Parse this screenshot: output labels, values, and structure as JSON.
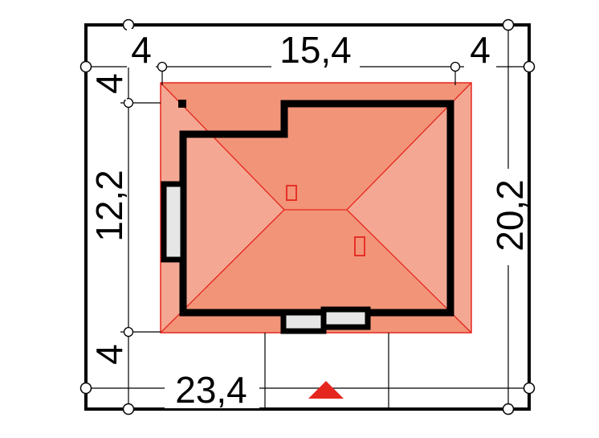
{
  "dimensions": {
    "top_left_setback": "4",
    "top_width": "15,4",
    "top_right_setback": "4",
    "left_top_setback": "4",
    "left_depth": "12,2",
    "left_bottom_setback": "4",
    "right_total_depth": "20,2",
    "bottom_total_width": "23,4"
  },
  "colors": {
    "roof_main": "#f29478",
    "roof_side": "#f4a893",
    "roof_outline": "#e5261f",
    "wall": "#000000",
    "window": "#e6e6e6",
    "entrance_marker": "#e5261f",
    "frame": "#000000"
  }
}
